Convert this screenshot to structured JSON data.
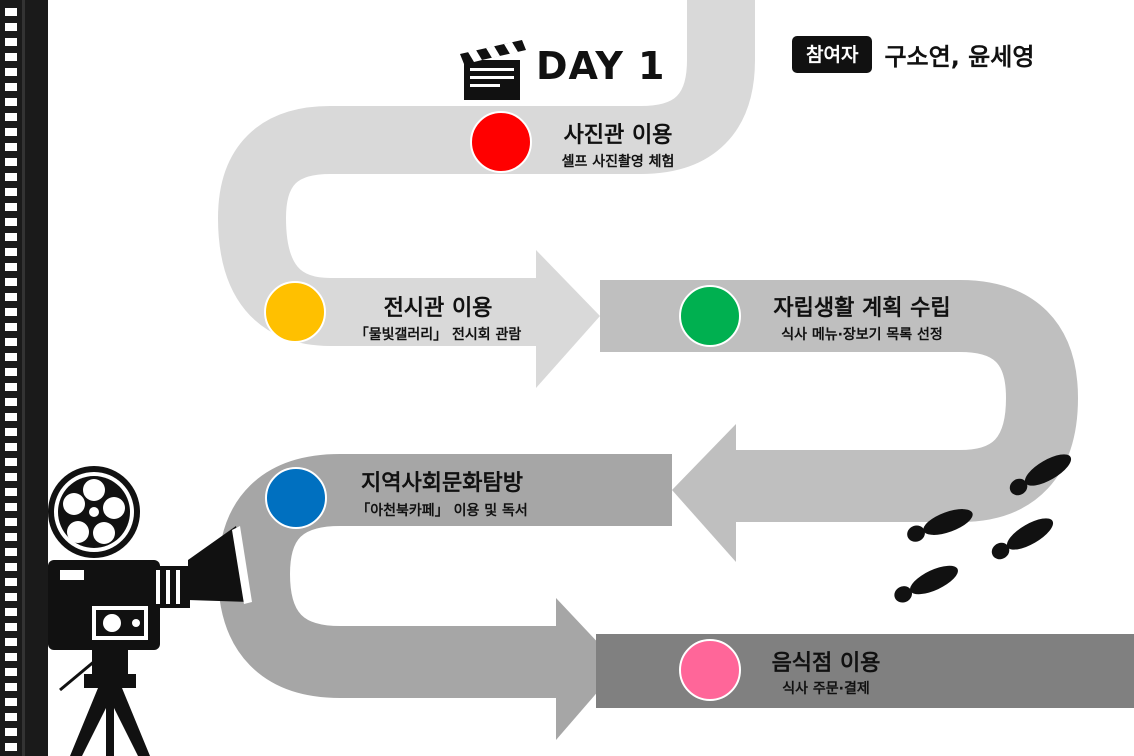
{
  "header": {
    "day_label": "DAY 1",
    "participants_label": "참여자",
    "participants_names": "구소연, 윤세영"
  },
  "stops": [
    {
      "title": "사진관 이용",
      "subtitle": "셀프 사진촬영 체험",
      "color": "#ff0000"
    },
    {
      "title": "전시관 이용",
      "subtitle": "「물빛갤러리」 전시회  관람",
      "color": "#ffc000"
    },
    {
      "title": "자립생활 계획 수립",
      "subtitle": "식사 메뉴·장보기 목록 선정",
      "color": "#00b050"
    },
    {
      "title": "지역사회문화탐방",
      "subtitle": "「아천북카페」 이용 및 독서",
      "color": "#0070c0"
    },
    {
      "title": "음식점 이용",
      "subtitle": "식사 주문·결제",
      "color": "#ff6699"
    }
  ],
  "icons": [
    "film-strip-icon",
    "clapperboard-icon",
    "film-camera-icon",
    "footprints-icon"
  ],
  "road_colors": {
    "light": "#d9d9d9",
    "mid": "#bfbfbf",
    "darker": "#a6a6a6",
    "darkest": "#808080"
  }
}
